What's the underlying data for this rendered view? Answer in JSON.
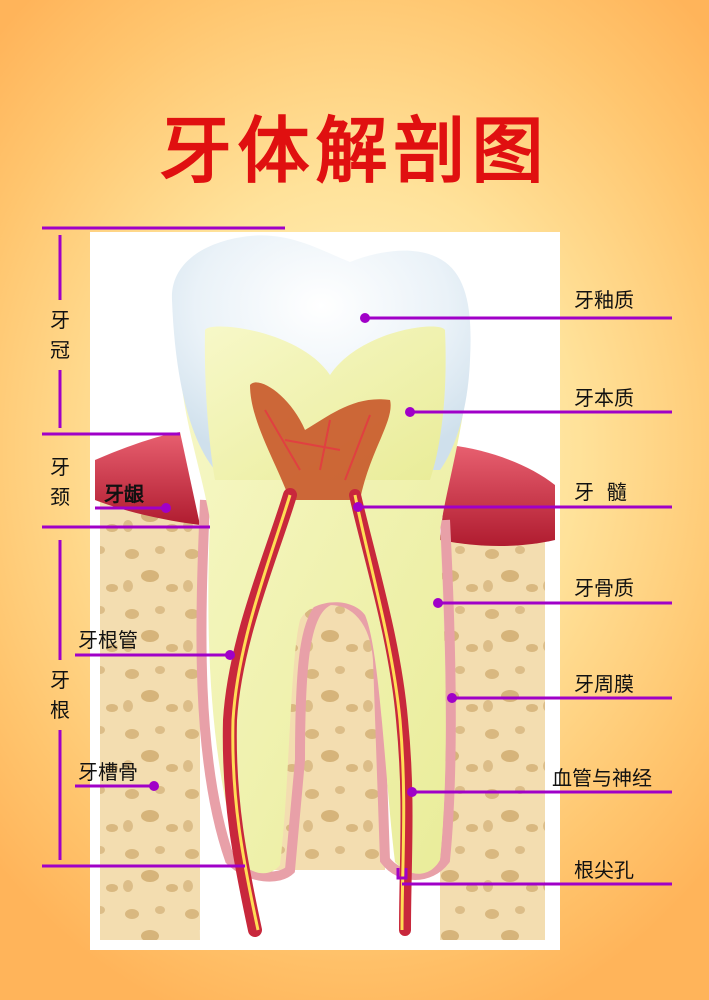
{
  "title": "牙体解剖图",
  "regions": {
    "crown": [
      "牙",
      "冠"
    ],
    "neck": [
      "牙",
      "颈"
    ],
    "root": [
      "牙",
      "根"
    ]
  },
  "right_labels": {
    "enamel": "牙釉质",
    "dentin": "牙本质",
    "pulp": "牙  髓",
    "cementum": "牙骨质",
    "periodontal": "牙周膜",
    "vessels": "血管与神经",
    "apical": "根尖孔"
  },
  "left_labels": {
    "gum": "牙龈",
    "canal": "牙根管",
    "alveolar": "牙槽骨"
  },
  "colors": {
    "title": "#e01010",
    "leader": "#a000c8",
    "enamel": "#eef4f8",
    "dentin": "#f3f3b0",
    "pulp": "#c8582a",
    "gum": "#c8283c",
    "bone": "#f3ddb0"
  }
}
